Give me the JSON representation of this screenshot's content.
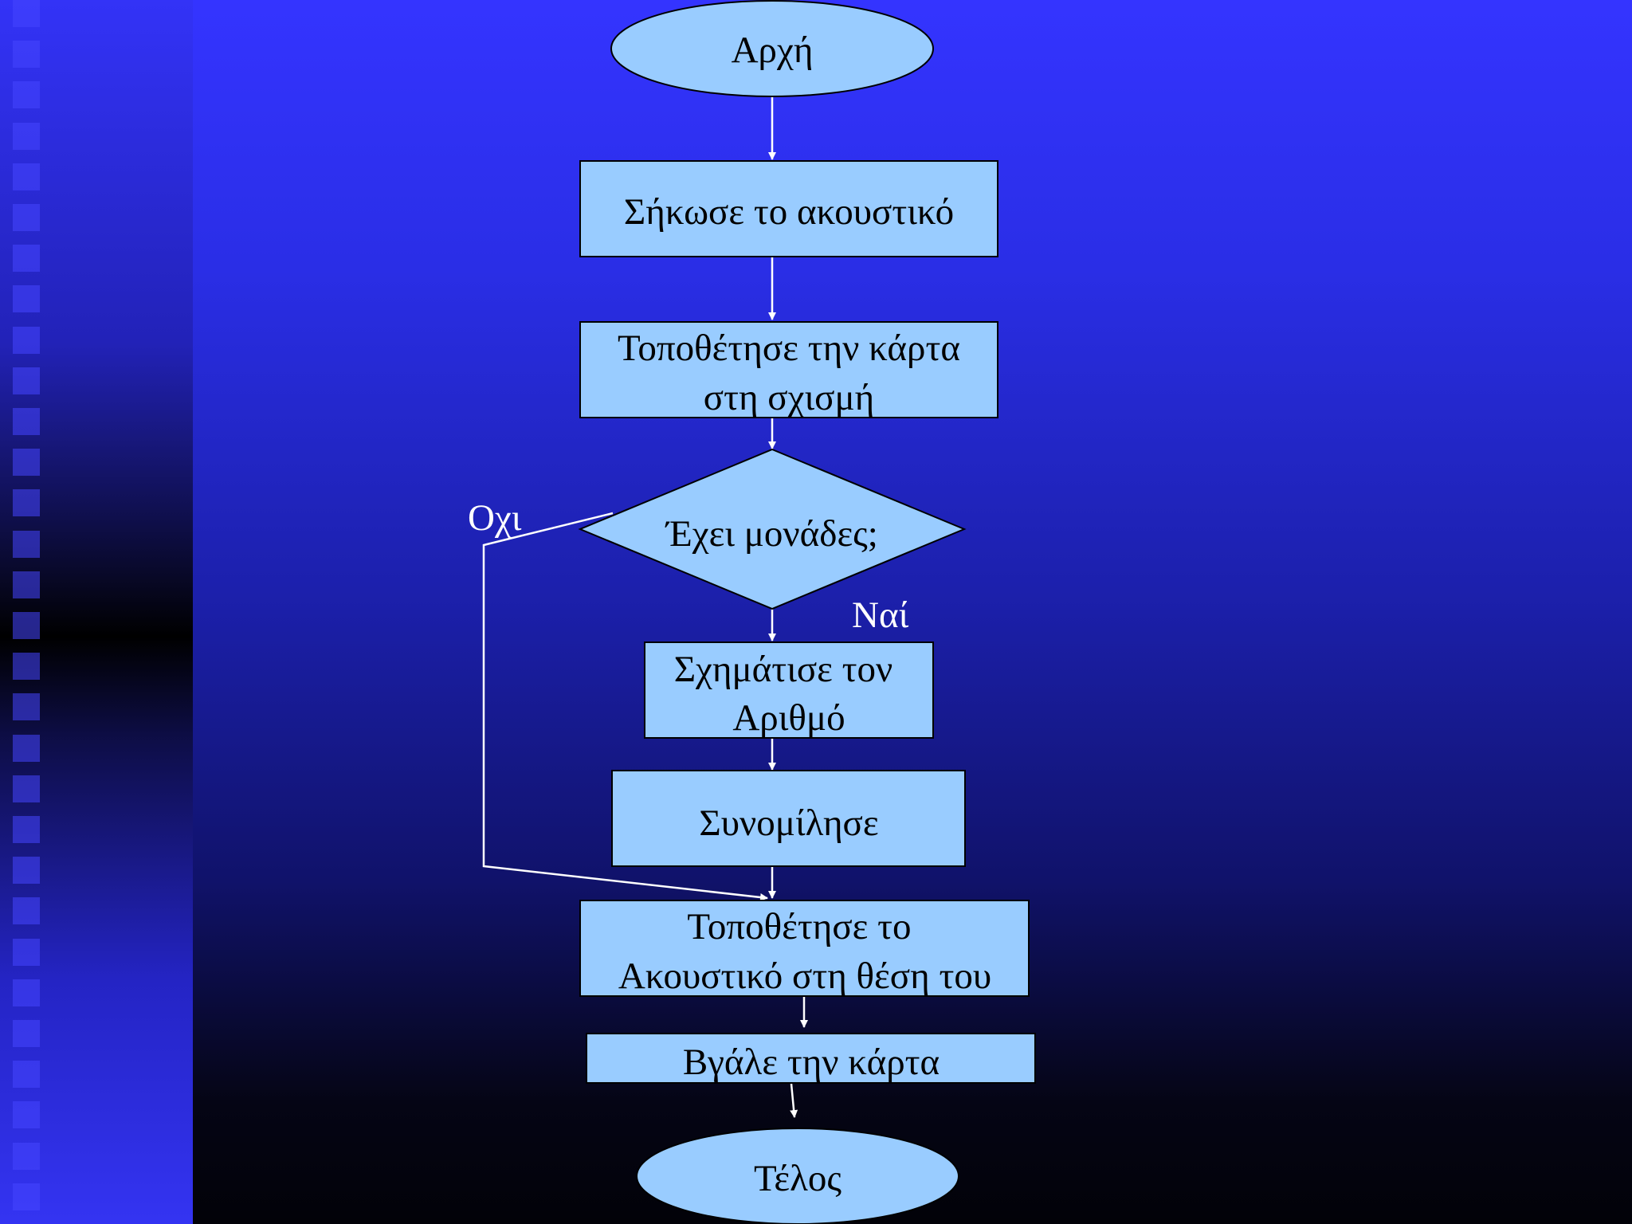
{
  "diagram": {
    "colors": {
      "node_fill": "#99ccff",
      "node_stroke": "#000000",
      "edge": "#ffffff",
      "label_text": "#000000",
      "branch_text": "#ffffff"
    },
    "nodes": {
      "start": {
        "shape": "ellipse",
        "label": "Αρχή"
      },
      "pick_up": {
        "shape": "rectangle",
        "label": "Σήκωσε το ακουστικό"
      },
      "insert_card": {
        "shape": "rectangle",
        "line1": "Τοποθέτησε την κάρτα",
        "line2": "στη σχισμή"
      },
      "has_units": {
        "shape": "diamond",
        "label": "Έχει μονάδες;"
      },
      "dial": {
        "shape": "rectangle",
        "line1": "Σχημάτισε τον",
        "line2": "Αριθμό"
      },
      "talk": {
        "shape": "rectangle",
        "label": "Συνομίλησε"
      },
      "hang_up": {
        "shape": "rectangle",
        "line1": "Τοποθέτησε το",
        "line2": "Ακουστικό στη θέση του"
      },
      "remove_card": {
        "shape": "rectangle",
        "label": "Βγάλε την κάρτα"
      },
      "end": {
        "shape": "ellipse",
        "label": "Τέλος"
      }
    },
    "branches": {
      "no": "Οχι",
      "yes": "Ναί"
    },
    "edges": [
      {
        "from": "start",
        "to": "pick_up"
      },
      {
        "from": "pick_up",
        "to": "insert_card"
      },
      {
        "from": "insert_card",
        "to": "has_units"
      },
      {
        "from": "has_units",
        "to": "dial",
        "label": "Ναί"
      },
      {
        "from": "has_units",
        "to": "hang_up",
        "label": "Οχι"
      },
      {
        "from": "dial",
        "to": "talk"
      },
      {
        "from": "talk",
        "to": "hang_up"
      },
      {
        "from": "hang_up",
        "to": "remove_card"
      },
      {
        "from": "remove_card",
        "to": "end"
      }
    ]
  }
}
